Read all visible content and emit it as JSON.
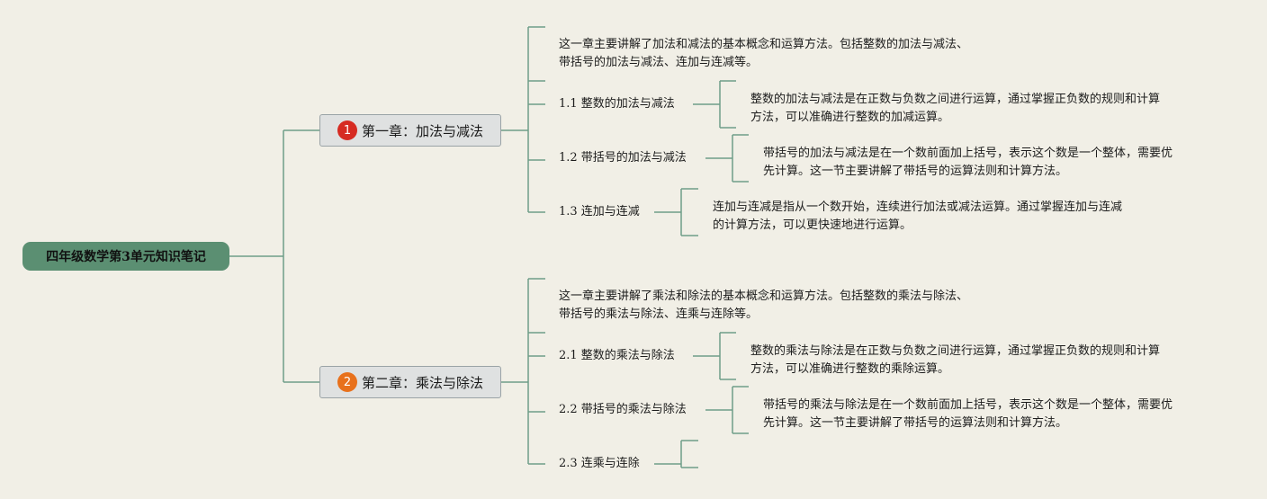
{
  "colors": {
    "background": "#f1efe6",
    "root": "#5b8f72",
    "line": "#6f9d88",
    "badge1": "#d62b22",
    "badge2": "#e8711c"
  },
  "root": {
    "label": "四年级数学第3单元知识笔记"
  },
  "chapters": [
    {
      "number": "1",
      "title": "第一章：加法与减法",
      "summary": "这一章主要讲解了加法和减法的基本概念和运算方法。包括整数的加法与减法、\n带括号的加法与减法、连加与连减等。",
      "sections": [
        {
          "label": "1.1 整数的加法与减法",
          "detail": "整数的加法与减法是在正数与负数之间进行运算，通过掌握正负数的规则和计算\n方法，可以准确进行整数的加减运算。"
        },
        {
          "label": "1.2 带括号的加法与减法",
          "detail": "带括号的加法与减法是在一个数前面加上括号，表示这个数是一个整体，需要优\n先计算。这一节主要讲解了带括号的运算法则和计算方法。"
        },
        {
          "label": "1.3 连加与连减",
          "detail": "连加与连减是指从一个数开始，连续进行加法或减法运算。通过掌握连加与连减\n的计算方法，可以更快速地进行运算。"
        }
      ]
    },
    {
      "number": "2",
      "title": "第二章：乘法与除法",
      "summary": "这一章主要讲解了乘法和除法的基本概念和运算方法。包括整数的乘法与除法、\n带括号的乘法与除法、连乘与连除等。",
      "sections": [
        {
          "label": "2.1 整数的乘法与除法",
          "detail": "整数的乘法与除法是在正数与负数之间进行运算，通过掌握正负数的规则和计算\n方法，可以准确进行整数的乘除运算。"
        },
        {
          "label": "2.2 带括号的乘法与除法",
          "detail": "带括号的乘法与除法是在一个数前面加上括号，表示这个数是一个整体，需要优\n先计算。这一节主要讲解了带括号的运算法则和计算方法。"
        },
        {
          "label": "2.3 连乘与连除",
          "detail": ""
        }
      ]
    }
  ]
}
